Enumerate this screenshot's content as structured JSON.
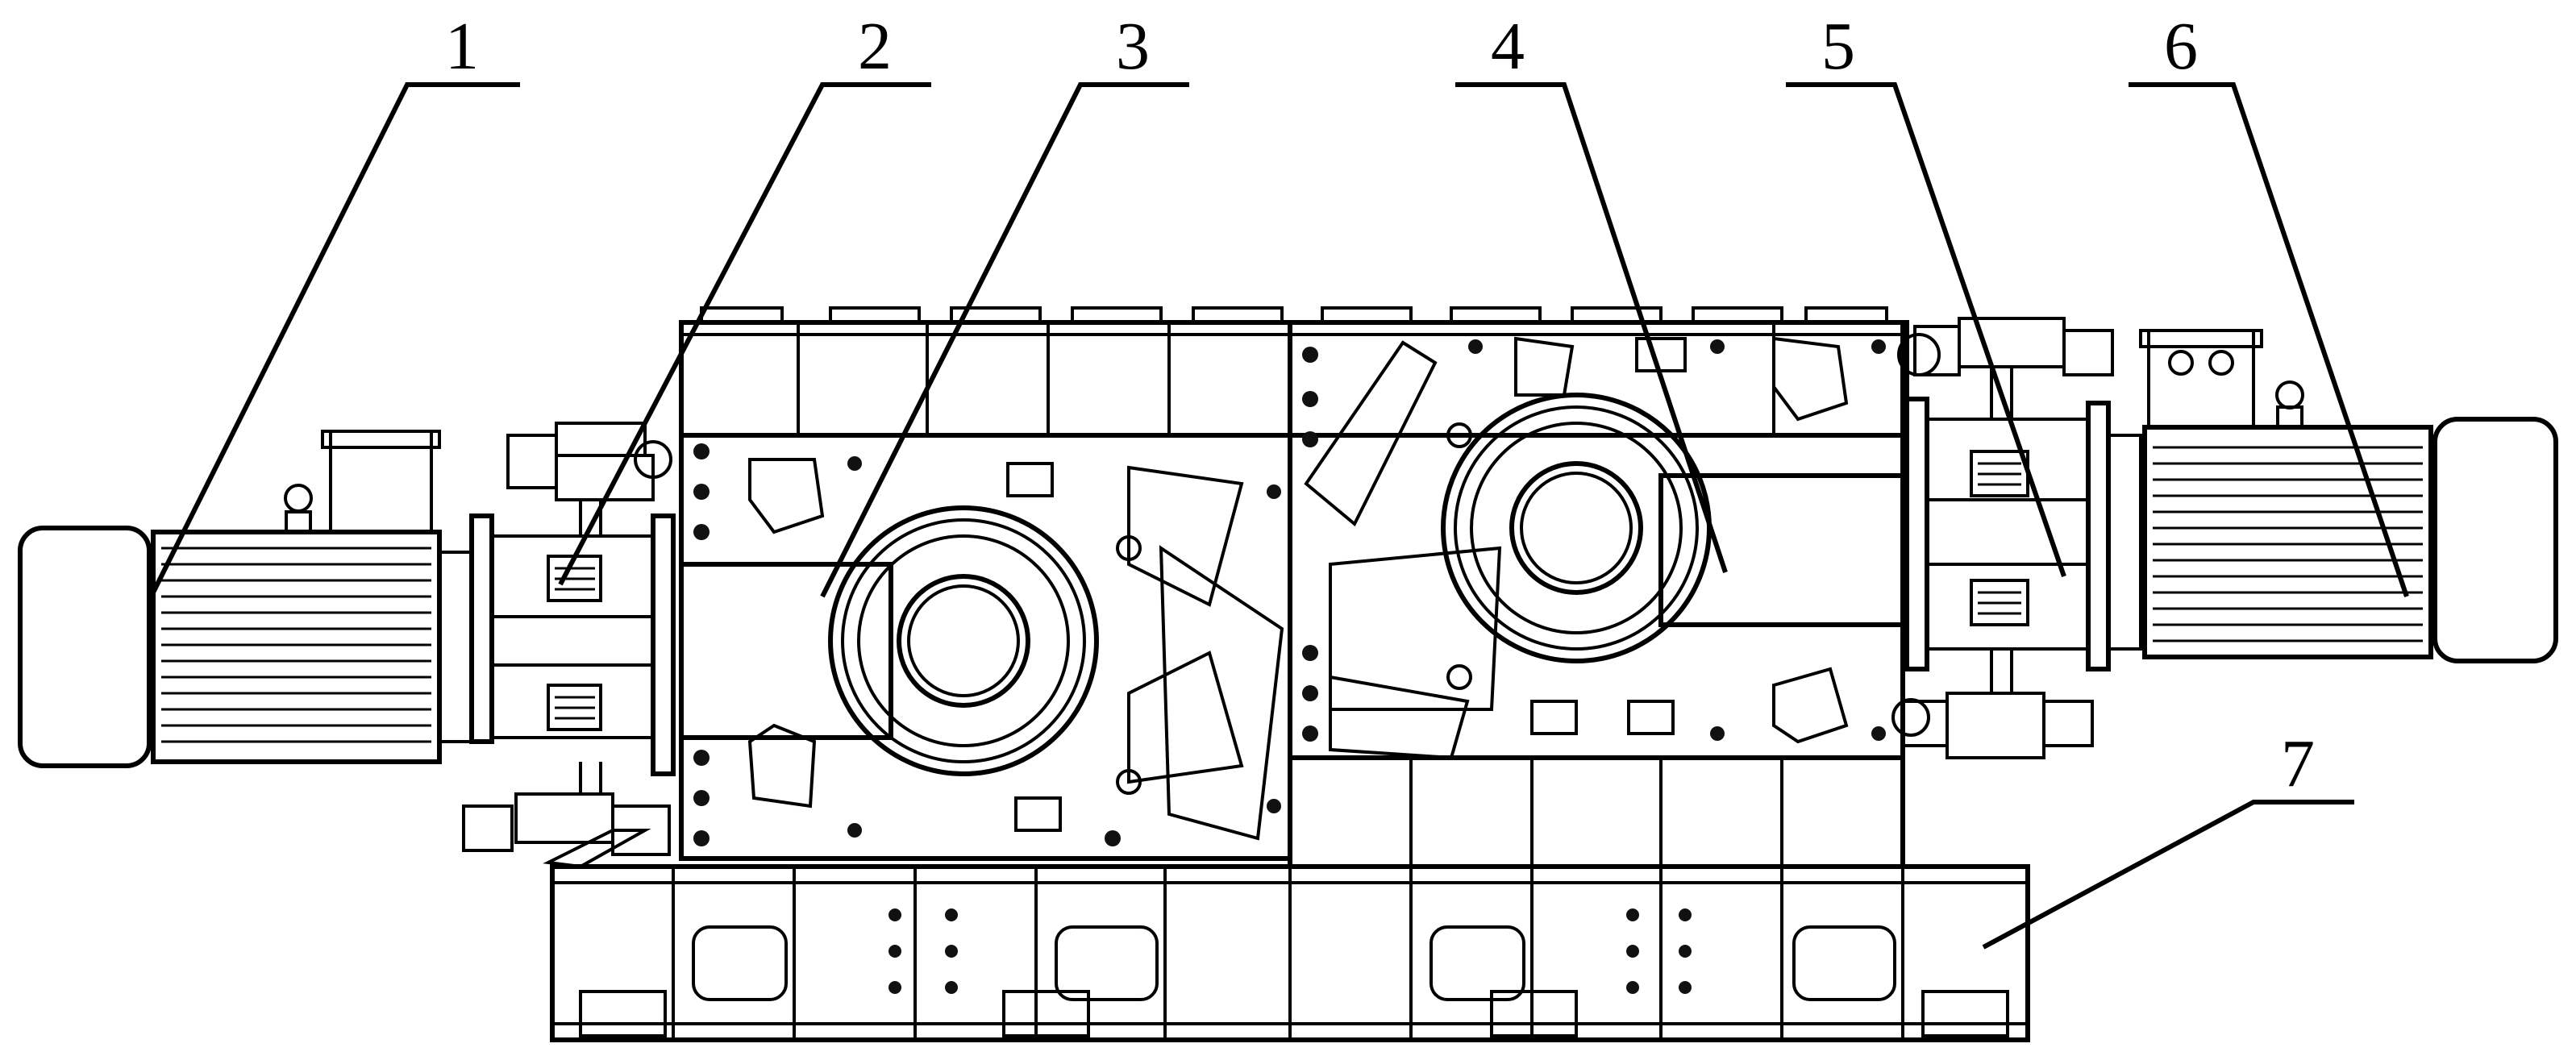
{
  "callouts": [
    {
      "label": "1"
    },
    {
      "label": "2"
    },
    {
      "label": "3"
    },
    {
      "label": "4"
    },
    {
      "label": "5"
    },
    {
      "label": "6"
    },
    {
      "label": "7"
    }
  ],
  "colors": {
    "line": "#000000",
    "background": "#ffffff"
  }
}
